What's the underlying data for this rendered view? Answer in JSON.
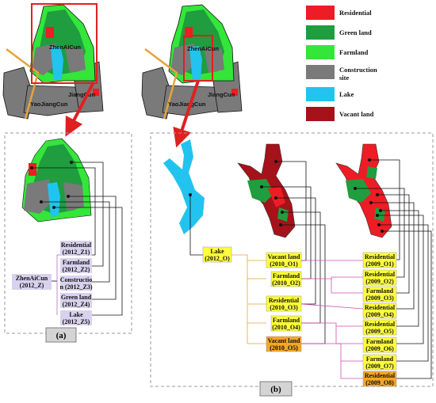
{
  "colors": {
    "residential": "#ee1c24",
    "green_land": "#1f9d3f",
    "farmland": "#33e639",
    "construction": "#7a7a7a",
    "lake": "#22c3ef",
    "vacant": "#a5121a",
    "box_yellow": "#ffff3a",
    "box_orange": "#f5a623",
    "box_lavender": "#d9d2ee",
    "highlight": "#e02020",
    "road": "#e8a33a"
  },
  "legend": [
    {
      "key": "residential",
      "label": "Residential"
    },
    {
      "key": "green_land",
      "label": "Green land"
    },
    {
      "key": "farmland",
      "label": "Farmland"
    },
    {
      "key": "construction",
      "label": "Construction site"
    },
    {
      "key": "lake",
      "label": "Lake"
    },
    {
      "key": "vacant",
      "label": "Vacant land"
    }
  ],
  "map_labels": {
    "zhenai_left": "ZhenAiCun",
    "jiang_left": "JiangCun",
    "yaojiang_left": "YaoJiangCun",
    "zhenai_right": "ZhenAiCun",
    "jiang_right": "JiangCun",
    "yaojiang_right": "YaoJiangCun"
  },
  "panel_a": {
    "label": "(a)",
    "root": {
      "name": "ZhenAiCun",
      "code": "(2012_Z)"
    },
    "nodes": [
      {
        "name": "Residential",
        "code": "(2012_Z1)"
      },
      {
        "name": "Farmland",
        "code": "(2012_Z2)"
      },
      {
        "name": "Constructio",
        "code": "n (2012_Z3)"
      },
      {
        "name": "Green land",
        "code": "(2012_Z4)"
      },
      {
        "name": "Lake",
        "code": "(2012_Z5)"
      }
    ]
  },
  "panel_b": {
    "label": "(b)",
    "lake": {
      "name": "Lake",
      "code": "(2012_O)"
    },
    "mid": [
      {
        "name": "Vacant land",
        "code": "(2010_O1)"
      },
      {
        "name": "Farmland",
        "code": "(2010_O2)"
      },
      {
        "name": "Residential",
        "code": "(2010_O3)"
      },
      {
        "name": "Farmland",
        "code": "(2010_O4)"
      },
      {
        "name": "Vacant land",
        "code": "(2010_O5)"
      }
    ],
    "right": [
      {
        "name": "Residential",
        "code": "(2009_O1)"
      },
      {
        "name": "Residential",
        "code": "(2009_O2)"
      },
      {
        "name": "Farmland",
        "code": "(2009_O3)"
      },
      {
        "name": "Residential",
        "code": "(2009_O4)"
      },
      {
        "name": "Residential",
        "code": "(2009_O5)"
      },
      {
        "name": "Farmland",
        "code": "(2009_O6)"
      },
      {
        "name": "Farmland",
        "code": "(2009_O7)"
      },
      {
        "name": "Residential",
        "code": "(2009_O8)"
      }
    ]
  }
}
